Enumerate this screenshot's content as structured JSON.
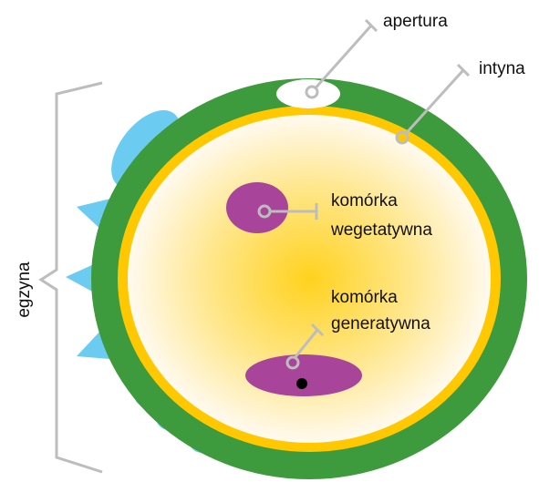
{
  "labels": {
    "apertura": "apertura",
    "intyna": "intyna",
    "wegetatywna_line1": "komórka",
    "wegetatywna_line2": "wegetatywna",
    "generatywna_line1": "komórka",
    "generatywna_line2": "generatywna",
    "egzyna": "egzyna"
  },
  "colors": {
    "exine": "#3d9a3d",
    "intine": "#ffc800",
    "cytoplasm_center": "#ffd21e",
    "cytoplasm_edge": "#fffaf0",
    "cell": "#a8449a",
    "nucleus": "#000000",
    "ornament": "#6ccbf0",
    "pointer_line": "#bdbdbd",
    "text": "#111111"
  },
  "icons": {
    "aperture": "aperture-pore-shape",
    "ornaments": "exine-ornament-shapes",
    "pointer": "label-pointer-line"
  }
}
